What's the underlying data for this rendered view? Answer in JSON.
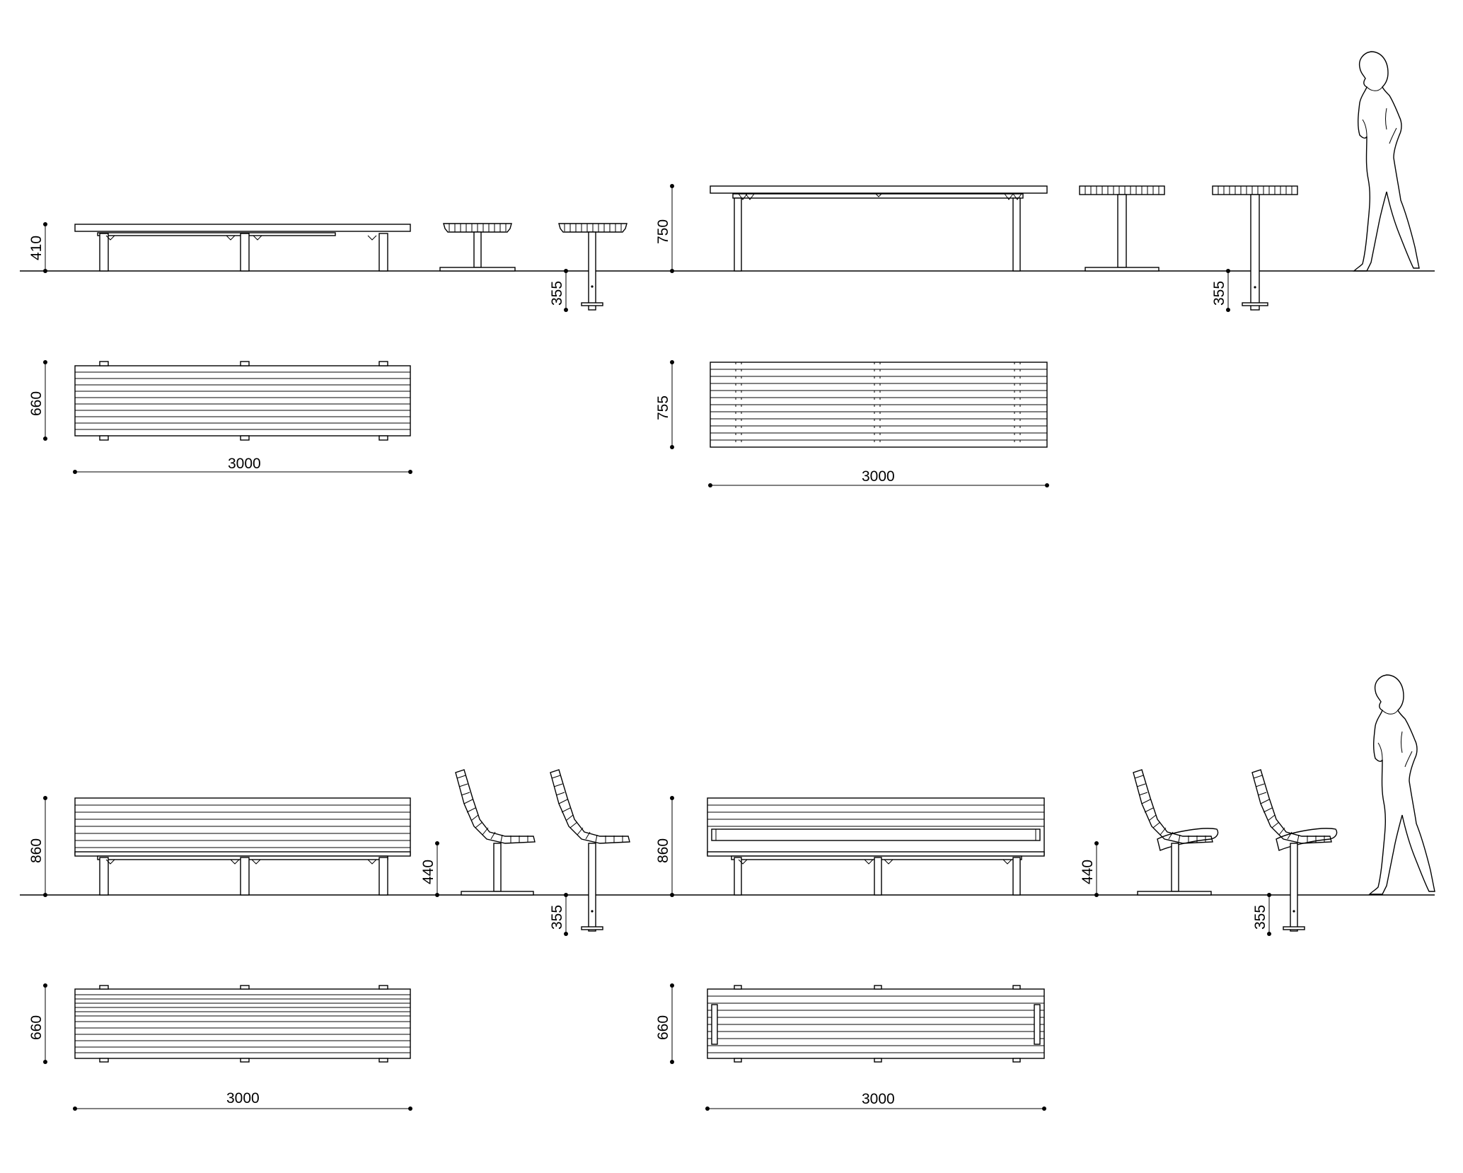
{
  "dimensions": {
    "bench_flat_height": "410",
    "stool_foot_depth_1": "355",
    "table_height": "750",
    "table_stool_foot_depth": "355",
    "bench_flat_depth": "660",
    "bench_flat_length": "3000",
    "table_depth": "755",
    "table_length": "3000",
    "bench_back_height": "860",
    "chair_seat_height": "440",
    "chair_foot_depth": "355",
    "bench_arm_height": "860",
    "armchair_seat_height": "440",
    "armchair_foot_depth": "355",
    "bench_back_depth": "660",
    "bench_back_length": "3000",
    "bench_arm_depth": "660",
    "bench_arm_length": "3000"
  }
}
